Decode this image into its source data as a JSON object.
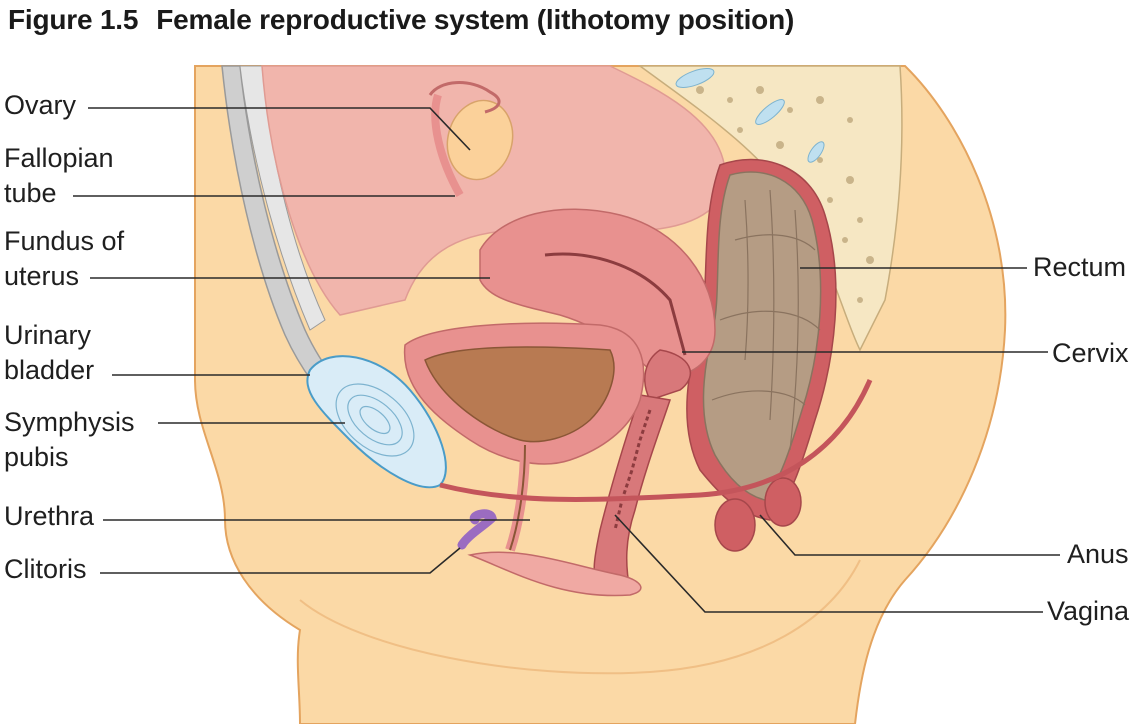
{
  "figure": {
    "number": "Figure 1.5",
    "title": "Female reproductive system (lithotomy position)"
  },
  "labels": {
    "ovary": "Ovary",
    "fallopian_tube_1": "Fallopian",
    "fallopian_tube_2": "tube",
    "fundus_1": "Fundus of",
    "fundus_2": "uterus",
    "bladder_1": "Urinary",
    "bladder_2": "bladder",
    "symphysis_1": "Symphysis",
    "symphysis_2": "pubis",
    "urethra": "Urethra",
    "clitoris": "Clitoris",
    "rectum": "Rectum",
    "cervix": "Cervix",
    "anus": "Anus",
    "vagina": "Vagina"
  },
  "colors": {
    "skin": "#fbd9a6",
    "skin_outline": "#e4a45f",
    "cavity": "#f1b5ac",
    "uterus": "#e8918f",
    "bladder_inner": "#b87a52",
    "rectum": "#b59c84",
    "bone": "#f6e7c3",
    "symphysis": "#d9ecf7",
    "clitoris": "#9b6cc1",
    "muscle": "#c4555b"
  }
}
